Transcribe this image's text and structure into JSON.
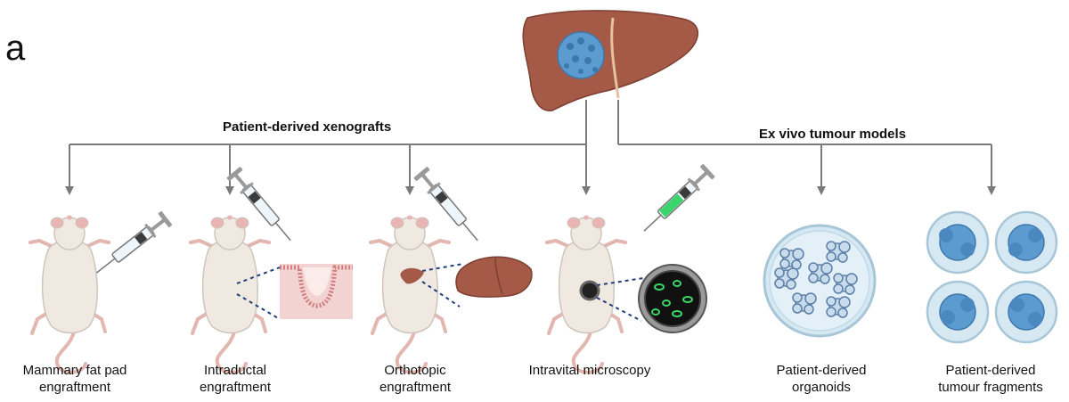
{
  "figure": {
    "panel_letter": "a",
    "groups": {
      "xenografts": "Patient-derived xenografts",
      "ex_vivo": "Ex vivo tumour models"
    },
    "models": [
      {
        "line1": "Mammary fat pad",
        "line2": "engraftment"
      },
      {
        "line1": "Intraductal",
        "line2": "engraftment"
      },
      {
        "line1": "Orthotopic",
        "line2": "engraftment"
      },
      {
        "line1": "Intravital microscopy",
        "line2": ""
      },
      {
        "line1": "Patient-derived",
        "line2": "organoids"
      },
      {
        "line1": "Patient-derived",
        "line2": "tumour fragments"
      }
    ],
    "colors": {
      "arrow": "#7a7a7a",
      "liver": "#a55a48",
      "tumour": "#5b9bd0",
      "mouse_body": "#efe9e2",
      "mouse_pink": "#e8b4b4",
      "dish": "#d6e8f2",
      "fluorescent": "#3ad66b"
    }
  }
}
